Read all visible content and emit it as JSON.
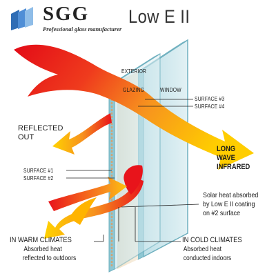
{
  "brand": {
    "name": "SGG",
    "tagline": "Professional glass manufacturer",
    "logo_icon": "sgg-glass-panes-logo",
    "logo_color": "#2f6db5"
  },
  "title": "Low E II",
  "pane_labels": {
    "exterior": "EXTERIOR",
    "glazing": "GLAZING",
    "window": "WINDOW"
  },
  "surfaces": {
    "s1": "SURFACE #1",
    "s2": "SURFACE #2",
    "s3": "SURFACE #3",
    "s4": "SURFACE #4"
  },
  "callouts": {
    "reflected": [
      "REFLECTED",
      "OUT"
    ],
    "long_wave": [
      "LONG",
      "WAVE",
      "INFRARED"
    ],
    "solar": [
      "Solar heat absorbed",
      "by Low E II coating",
      "on #2 surface"
    ]
  },
  "warm": {
    "heading": "IN WARM CLIMATES",
    "lines": [
      "Absorbed heat",
      "reflected to outdoors"
    ]
  },
  "cold": {
    "heading": "IN COLD CLIMATES",
    "lines": [
      "Absorbed heat",
      "conducted indoors"
    ]
  },
  "colors": {
    "glass_face": "#cfe6ec",
    "glass_edge": "#6fb0bf",
    "heat_core": "#e8141b",
    "heat_mid": "#f7931e",
    "heat_outer": "#ffd200"
  }
}
